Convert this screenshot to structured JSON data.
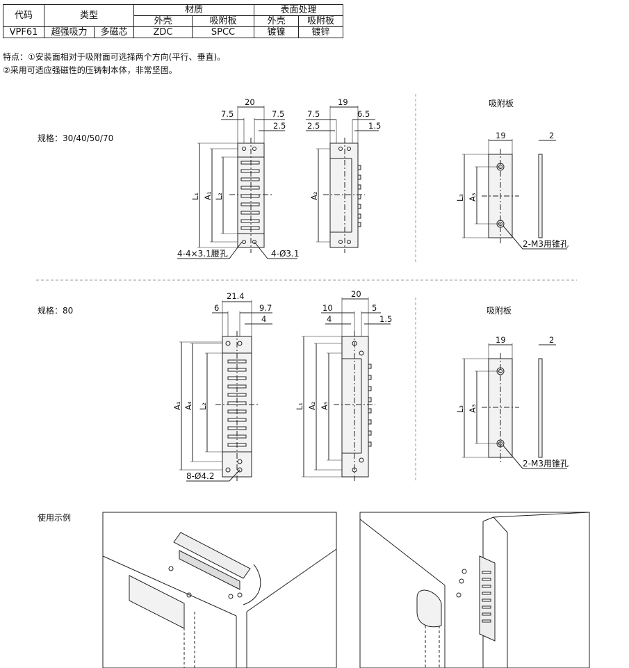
{
  "table": {
    "header": {
      "code": "代码",
      "type": "类型",
      "material": "材质",
      "surface": "表面处理"
    },
    "subheader": {
      "shell": "外壳",
      "plate": "吸附板",
      "shell2": "外壳",
      "plate2": "吸附板"
    },
    "row": {
      "code": "VPF61",
      "type1": "超强吸力",
      "type2": "多磁芯",
      "mat_shell": "ZDC",
      "mat_plate": "SPCC",
      "surf_shell": "镀镍",
      "surf_plate": "镀锌"
    }
  },
  "features": {
    "line1": "特点：①安装面相对于吸附面可选择两个方向(平行、垂直)。",
    "line2": "②采用可适应强磁性的压铸制本体，非常坚固。"
  },
  "spec1": {
    "label": "规格：30/40/50/70",
    "plate_title": "吸附板",
    "front_dims": {
      "w": "20",
      "a": "7.5",
      "b": "7.5",
      "c": "2.5"
    },
    "side_dims": {
      "w": "19",
      "a": "7.5",
      "b": "6.5",
      "c": "2.5",
      "d": "1.5"
    },
    "plate_dims": {
      "w": "19",
      "t": "2"
    },
    "vlabels": {
      "l1": "L₁",
      "a1": "A₁",
      "l2": "L₂",
      "a2": "A₂",
      "l3": "L₃",
      "a3": "A₃"
    },
    "callouts": {
      "slot": "4-4×3.1腰孔",
      "hole": "4-Ø3.1",
      "thread": "2-M3用锥孔"
    }
  },
  "spec2": {
    "label": "规格：80",
    "plate_title": "吸附板",
    "front_dims": {
      "w": "21.4",
      "a": "6",
      "b": "9.7",
      "c": "4"
    },
    "side_dims": {
      "w": "20",
      "a": "10",
      "b": "5",
      "c": "4",
      "d": "1.5"
    },
    "plate_dims": {
      "w": "19",
      "t": "2"
    },
    "vlabels": {
      "a1": "A₁",
      "a4": "A₄",
      "l2": "L₂",
      "l1": "L₁",
      "a2": "A₂",
      "a5": "A₅",
      "l3": "L₃",
      "a3": "A₃"
    },
    "callouts": {
      "hole": "8-Ø4.2",
      "thread": "2-M3用锥孔"
    }
  },
  "example": {
    "label": "使用示例"
  }
}
